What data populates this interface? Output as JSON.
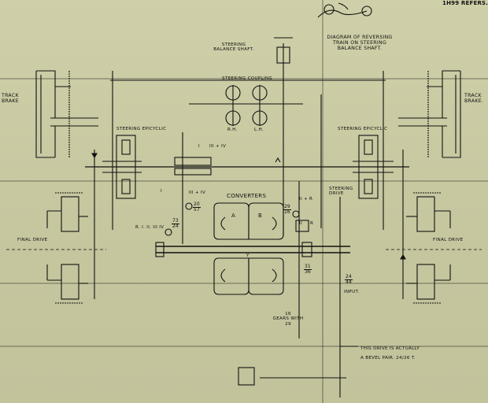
{
  "header": {
    "corner_ref": "1H99 REFERS."
  },
  "reversing_diagram": {
    "caption_lines": [
      "DIAGRAM OF REVERSING",
      "TRAIN ON STEERING",
      "BALANCE SHAFT."
    ]
  },
  "labels": {
    "steering_balance_shaft": [
      "STEERING",
      "BALANCE SHAFT."
    ],
    "steering_coupling": "STEERING COUPLING",
    "rh": "R.H.",
    "lh": "L.H.",
    "track_brake_left": [
      "TRACK",
      "BRAKE"
    ],
    "track_brake_right": [
      "TRACK",
      "BRAKE."
    ],
    "steering_epicyclic_left": "STEERING EPICYCLIC",
    "steering_epicyclic_right": "STEERING EPICYCLIC",
    "converters": "CONVERTERS",
    "conv_a": "A",
    "conv_b": "B",
    "final_drive_left": "FINAL DRIVE",
    "final_drive_right": "FINAL DRIVE",
    "steering_drive": [
      "STEERING",
      "DRIVE"
    ],
    "input": "INPUT.",
    "gears_with": [
      "16",
      "GEARS WITH",
      "29"
    ],
    "bevel_note": [
      "THIS DRIVE IS ACTUALLY",
      "A BEVEL PAIR. 24/26 T."
    ],
    "gear_roman_i_top": "I",
    "gear_iii_iv_top": "III + IV",
    "gear_i_mid": "I",
    "gear_iii_iv_mid": "III + IV",
    "gear_ii_r": "II + R",
    "gear_ii": "II",
    "gear_r": "R",
    "gear_r123iv": "R. I. II. III  IV",
    "gear_y": "Y"
  },
  "ratios": {
    "r_20_57": [
      "20",
      "57"
    ],
    "r_73_24": [
      "73",
      "24"
    ],
    "r_29_16": [
      "29",
      "16"
    ],
    "r_31_36": [
      "31",
      "36"
    ],
    "r_24_44": [
      "24",
      "44"
    ]
  }
}
